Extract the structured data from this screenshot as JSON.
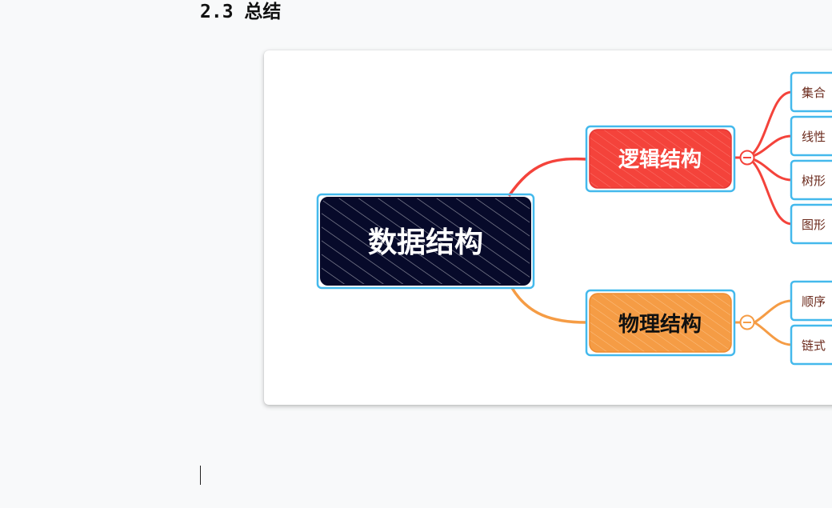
{
  "section": {
    "title": "2.3 总结"
  },
  "mindmap": {
    "root": {
      "label": "数据结构"
    },
    "branches": [
      {
        "label": "逻辑结构",
        "color": "#f4433b",
        "children": [
          "集合",
          "线性",
          "树形",
          "图形"
        ]
      },
      {
        "label": "物理结构",
        "color": "#f59c45",
        "children": [
          "顺序",
          "链式"
        ]
      }
    ],
    "colors": {
      "root_fill": "#070a2a",
      "selection_border": "#44b9ec",
      "leaf_text": "#6b2a1c"
    }
  }
}
